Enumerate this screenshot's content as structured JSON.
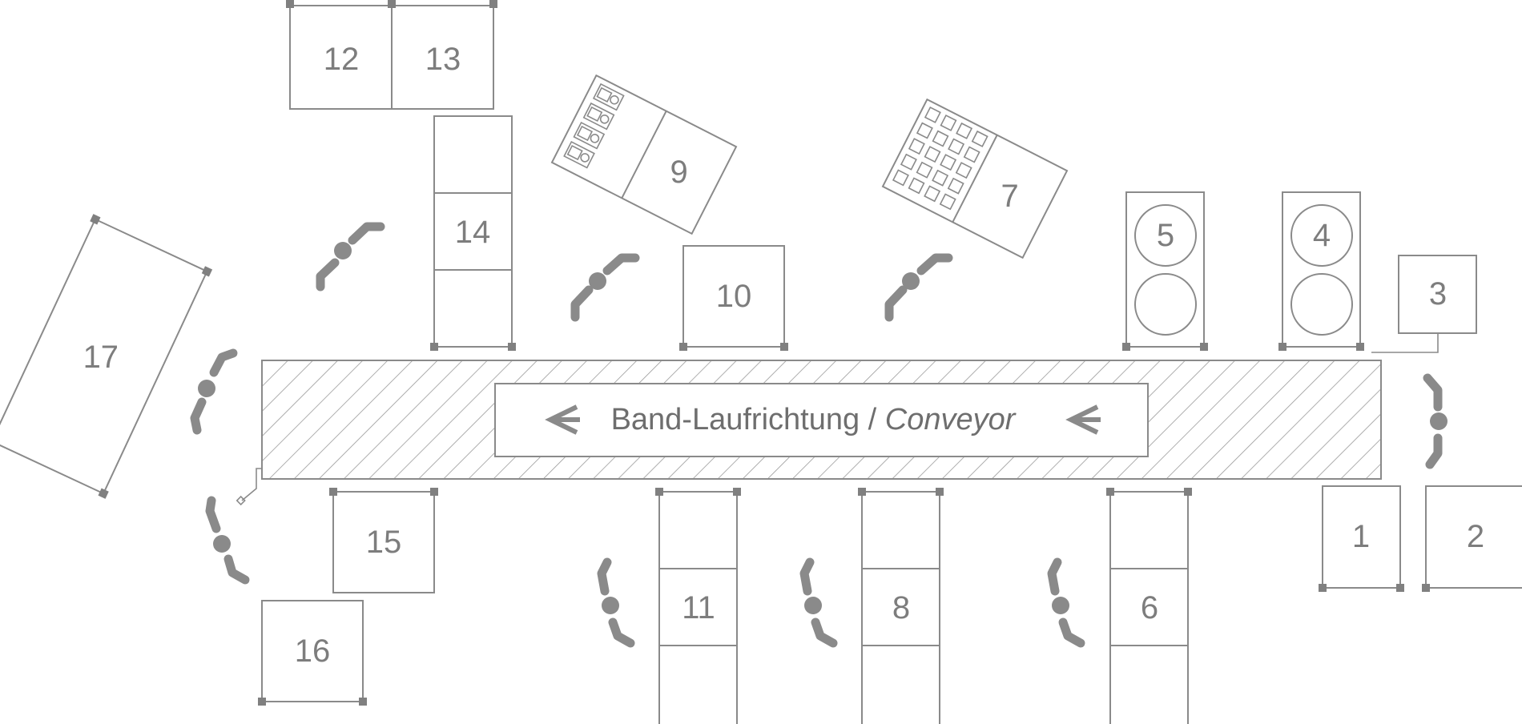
{
  "conveyor": {
    "label_main": "Band-Laufrichtung / ",
    "label_italic": "Conveyor",
    "direction": "left"
  },
  "stations": [
    {
      "id": "station-1",
      "label": "1"
    },
    {
      "id": "station-2",
      "label": "2"
    },
    {
      "id": "station-3",
      "label": "3"
    },
    {
      "id": "station-4",
      "label": "4"
    },
    {
      "id": "station-5",
      "label": "5"
    },
    {
      "id": "station-6",
      "label": "6"
    },
    {
      "id": "station-7",
      "label": "7"
    },
    {
      "id": "station-8",
      "label": "8"
    },
    {
      "id": "station-9",
      "label": "9"
    },
    {
      "id": "station-10",
      "label": "10"
    },
    {
      "id": "station-11",
      "label": "11"
    },
    {
      "id": "station-12",
      "label": "12"
    },
    {
      "id": "station-13",
      "label": "13"
    },
    {
      "id": "station-14",
      "label": "14"
    },
    {
      "id": "station-15",
      "label": "15"
    },
    {
      "id": "station-16",
      "label": "16"
    },
    {
      "id": "station-17",
      "label": "17"
    }
  ],
  "colors": {
    "line": "#8a8a8a",
    "text": "#7d7d7d",
    "background": "#ffffff"
  }
}
